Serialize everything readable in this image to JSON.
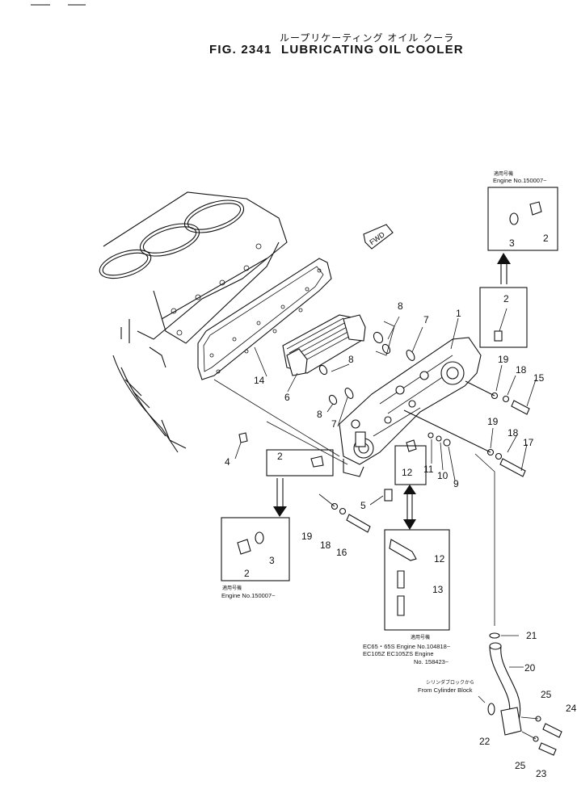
{
  "header": {
    "title_jp": "ループリケーティング オイル クーラ",
    "fig_number": "FIG. 2341",
    "title_en": "LUBRICATING OIL COOLER"
  },
  "fwd_tag": "FWD",
  "callouts": [
    "1",
    "2",
    "2",
    "2",
    "2",
    "3",
    "3",
    "4",
    "5",
    "6",
    "7",
    "7",
    "8",
    "8",
    "8",
    "9",
    "10",
    "11",
    "12",
    "12",
    "13",
    "14",
    "15",
    "16",
    "17",
    "18",
    "18",
    "18",
    "19",
    "19",
    "19",
    "20",
    "21",
    "22",
    "23",
    "24",
    "25",
    "25"
  ],
  "notes": {
    "top_right": {
      "label_jp": "適用号機",
      "engine": "Engine No.150007~"
    },
    "bottom_left": {
      "label_jp": "適用号機",
      "engine": "Engine No.150007~"
    },
    "bottom_center": {
      "label_jp": "適用号機",
      "line1": "EC65・65S Engine No.104818~",
      "line2": "EC105Z EC105ZS Engine",
      "line3": "No. 158423~"
    },
    "cylinder_block": {
      "label_jp": "シリンダブロックから",
      "label_en": "From Cylinder Block"
    }
  }
}
